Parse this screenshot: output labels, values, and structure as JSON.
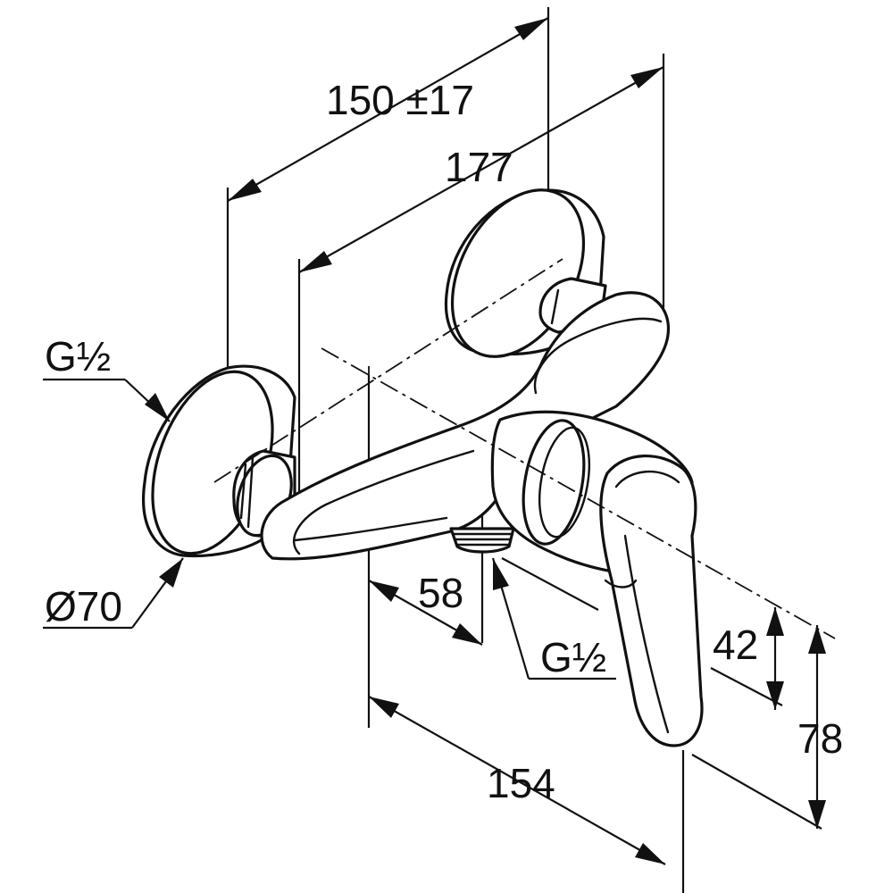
{
  "dimensions": {
    "connection_spacing": "150 ±17",
    "overall_width": "177",
    "thread_left": "G½",
    "rosette_diameter": "Ø70",
    "outlet_offset": "58",
    "thread_outlet": "G½",
    "lever_height": "42",
    "total_height": "78",
    "projection_depth": "154"
  },
  "colors": {
    "line": "#111111",
    "background": "#ffffff"
  }
}
